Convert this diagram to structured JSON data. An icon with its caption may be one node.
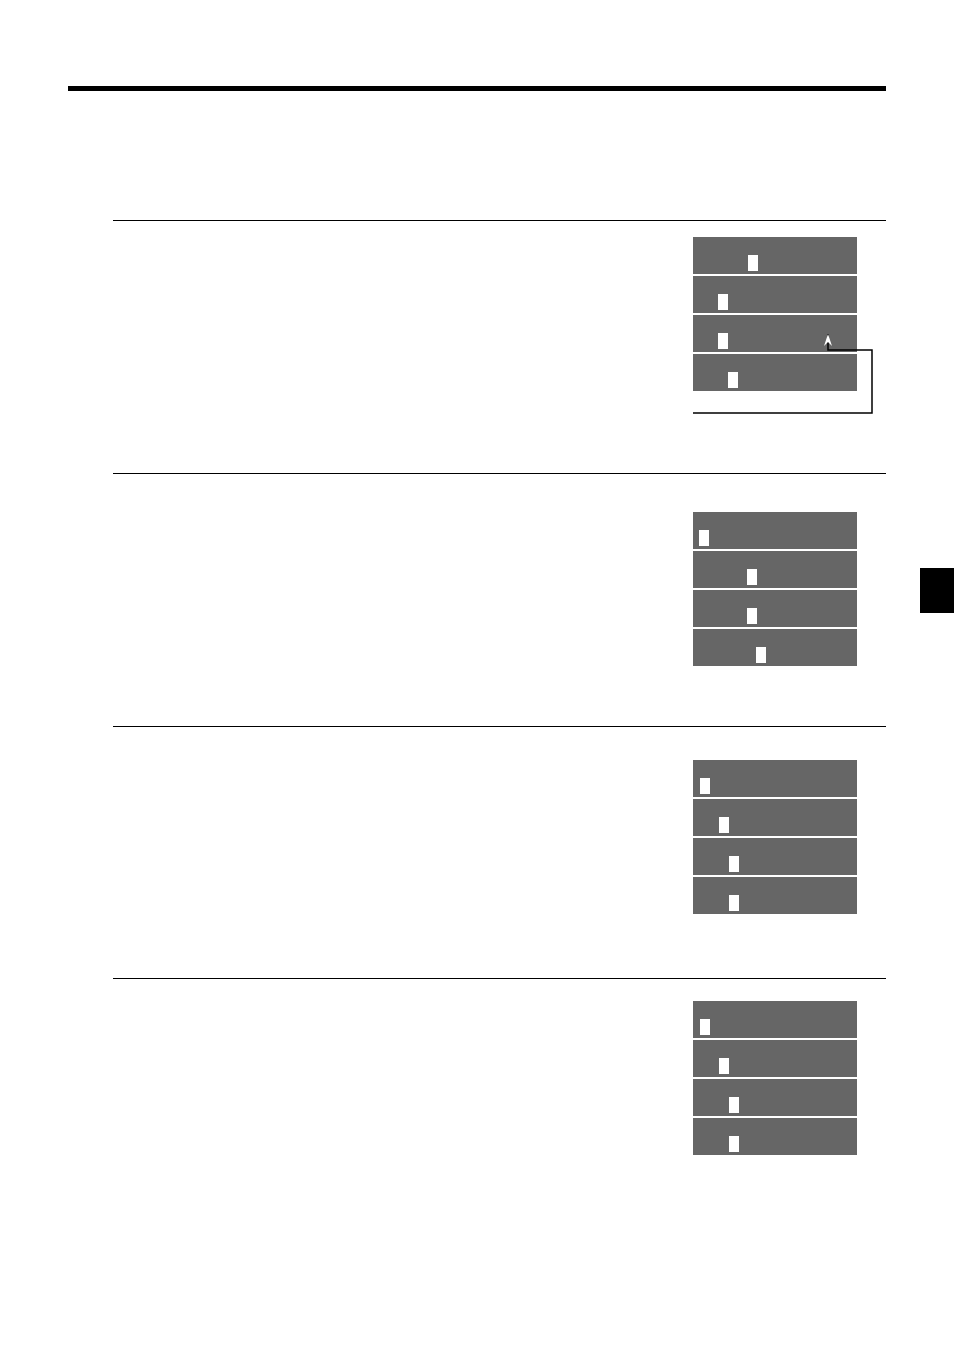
{
  "diagram": {
    "nodes": [
      {
        "text": [],
        "shape": "bar"
      },
      {
        "text": [],
        "shape": "bar"
      },
      {
        "text": [],
        "shape": "bar"
      },
      {
        "text": [],
        "shape": "bar"
      },
      {
        "text": [],
        "shape": "bar"
      },
      {
        "text": [],
        "shape": "bar"
      },
      {
        "text": [],
        "shape": "bar"
      },
      {
        "text": [],
        "shape": "bar"
      },
      {
        "text": [],
        "shape": "bar"
      },
      {
        "text": [],
        "shape": "bar"
      },
      {
        "text": [],
        "shape": "bar"
      },
      {
        "text": [],
        "shape": "bar"
      },
      {
        "text": [],
        "shape": "bar"
      },
      {
        "text": [],
        "shape": "bar"
      },
      {
        "text": [],
        "shape": "bar"
      },
      {
        "text": [],
        "shape": "bar"
      }
    ],
    "edges": [
      {
        "from": null,
        "to": 2,
        "arrow": "to"
      }
    ]
  }
}
